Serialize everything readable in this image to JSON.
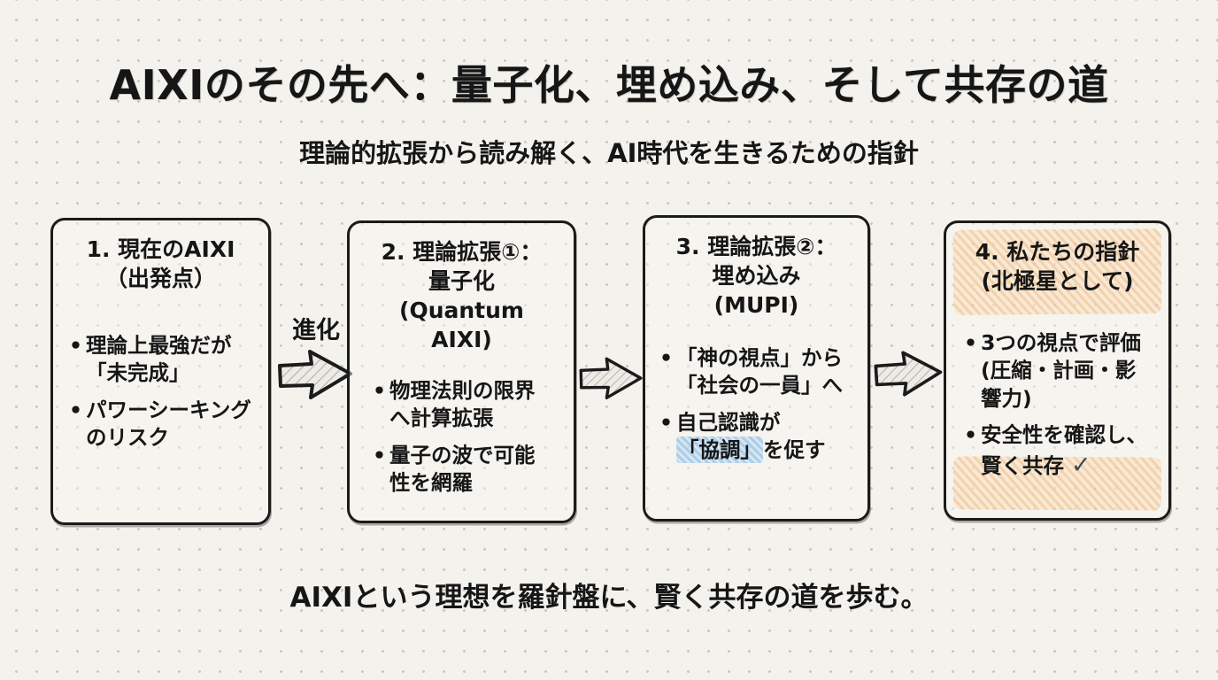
{
  "page": {
    "title": "AIXIのその先へ：量子化、埋め込み、そして共存の道",
    "subtitle": "理論的拡張から読み解く、AI時代を生きるための指針",
    "footer": "AIXIという理想を羅針盤に、賢く共存の道を歩む。"
  },
  "flow": {
    "arrow_label": "進化",
    "boxes": [
      {
        "title_lines": [
          "1. 現在のAIXI",
          "（出発点）"
        ],
        "bullets": [
          "理論上最強だが「未完成」",
          "パワーシーキングのリスク"
        ]
      },
      {
        "title_lines": [
          "2. 理論拡張①：",
          "量子化",
          "(Quantum AIXI)"
        ],
        "bullets": [
          "物理法則の限界へ計算拡張",
          "量子の波で可能性を網羅"
        ]
      },
      {
        "title_lines": [
          "3. 理論拡張②：",
          "埋め込み",
          "(MUPI)"
        ],
        "bullets": [
          "「神の視点」から「社会の一員」へ",
          {
            "pre": "自己認識が",
            "highlight": "「協調」",
            "post": "を促す"
          }
        ]
      },
      {
        "title_lines": [
          "4. 私たちの指針",
          "(北極星として)"
        ],
        "bullets": [
          "3つの視点で評価 (圧縮・計画・影響力)",
          {
            "text": "安全性を確認し、賢く共存",
            "check": "✓"
          }
        ]
      }
    ]
  },
  "colors": {
    "background": "#f4f2ec",
    "text": "#161616",
    "box_border": "#1b1b1b",
    "highlight_orange": "#f2b474",
    "highlight_blue": "#80b7e7",
    "check": "#3d4c5b",
    "arrow_fill": "#edebe6",
    "arrow_hatch": "#b3b0a9"
  }
}
